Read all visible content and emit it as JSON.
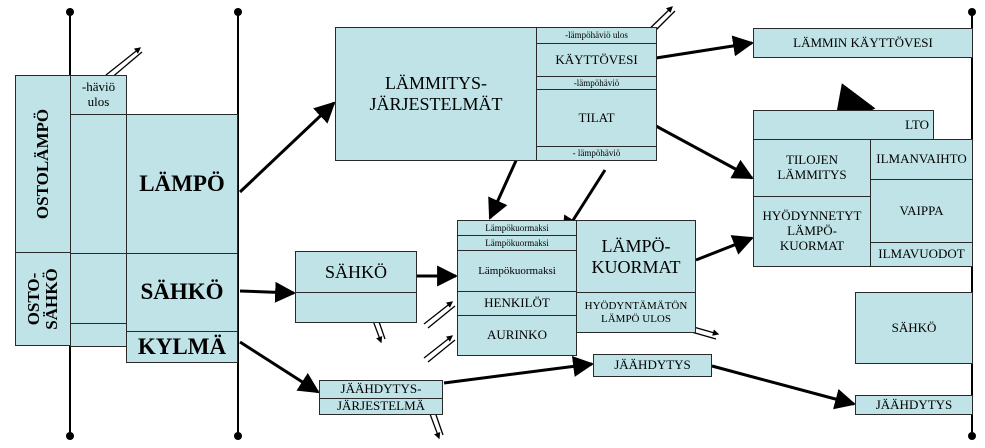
{
  "colors": {
    "box_fill": "#bfe3e6",
    "box_border": "#2a2a2a",
    "arrow": "#000000"
  },
  "left": {
    "ostolampo": "OSTOLÄMPÖ",
    "ostosahko": "OSTO-\nSÄHKÖ",
    "havio_ulos": "-häviö\nulos",
    "lampo": "LÄMPÖ",
    "sahko": "SÄHKÖ",
    "kylma": "KYLMÄ"
  },
  "heating": {
    "title": "LÄMMITYS-\nJÄRJESTELMÄT",
    "loss_top": "-lämpöhäviö ulos",
    "kayttovesi": "KÄYTTÖVESI",
    "loss_mid": "-lämpöhäviö",
    "tilat": "TILAT",
    "loss_bottom": "- lämpöhäviö"
  },
  "center": {
    "sahko": "SÄHKÖ",
    "kuorma1": "Lämpökuormaksi",
    "kuorma2": "Lämpökuormaksi",
    "kuorma3": "Lämpökuormaksi",
    "henkilot": "HENKILÖT",
    "aurinko": "AURINKO",
    "lampokuormat": "LÄMPÖ-\nKUORMAT",
    "hyodyntamaton": "HYÖDYNTÄMÄTÖN\nLÄMPÖ ULOS",
    "jaahdytysjarjestelma_1": "JÄÄHDYTYS-",
    "jaahdytysjarjestelma_2": "JÄRJESTELMÄ",
    "jaahdytys_mid": "JÄÄHDYTYS"
  },
  "right": {
    "lamminkayttovesi": "LÄMMIN KÄYTTÖVESI",
    "lto": "LTO",
    "tilojen_lammitys": "TILOJEN\nLÄMMITYS",
    "ilmanvaihto": "ILMANVAIHTO",
    "hyodynnetyt": "HYÖDYNNETYT\nLÄMPÖ-\nKUORMAT",
    "vaippa": "VAIPPA",
    "ilmavuodot": "ILMAVUODOT",
    "sahko": "SÄHKÖ",
    "jaahdytys": "JÄÄHDYTYS"
  }
}
